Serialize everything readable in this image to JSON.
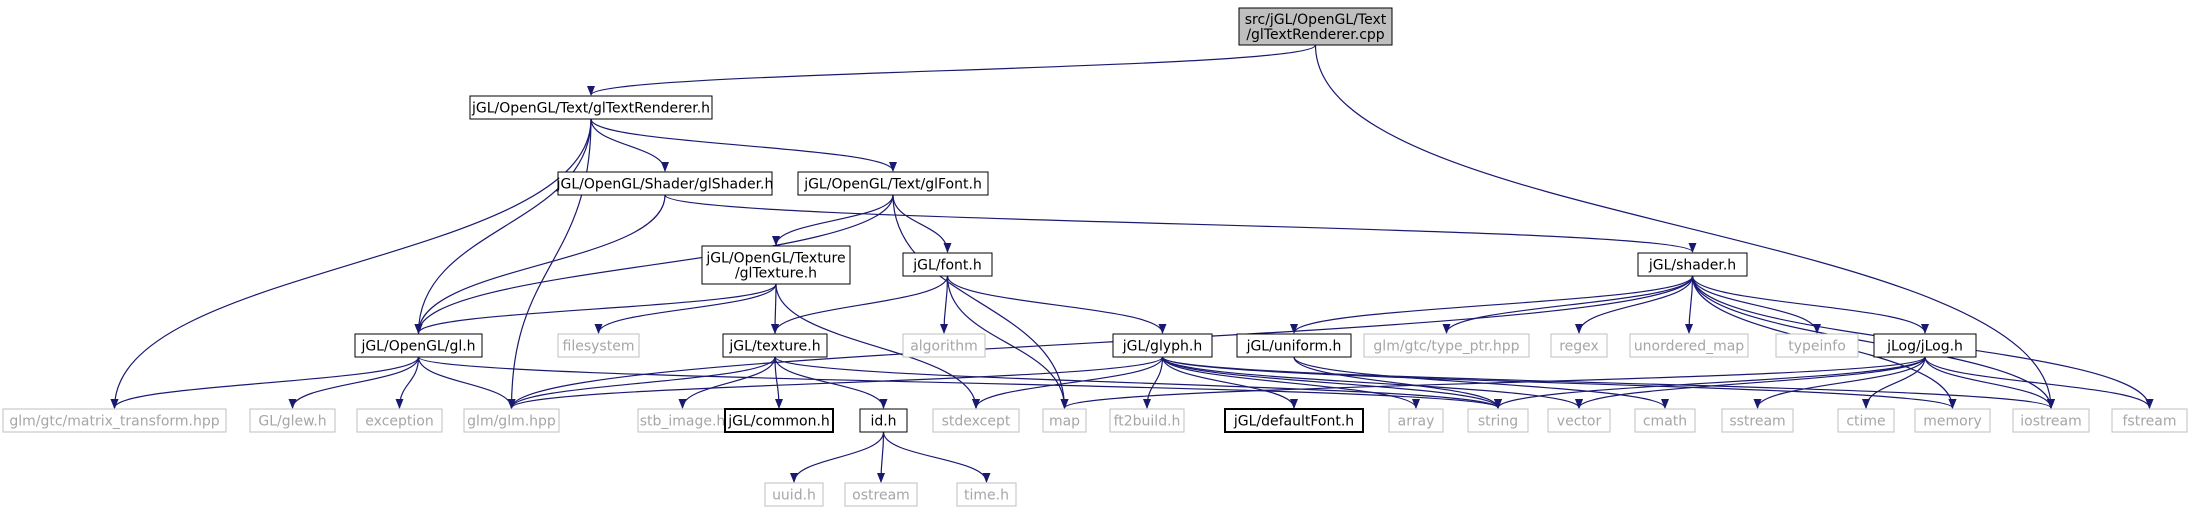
{
  "colors": {
    "edge": "#191970",
    "box_border_dark": "#000000",
    "box_border_light": "#bfbfbf",
    "text_dark": "#000000",
    "text_light": "#a6a6a6",
    "root_fill": "#bfbfbf",
    "background": "#ffffff"
  },
  "nodes": [
    {
      "id": "root",
      "lines": [
        "src/jGL/OpenGL/Text",
        "/glTextRenderer.cpp"
      ],
      "style": "root"
    },
    {
      "id": "glTextRenderer_h",
      "lines": [
        "jGL/OpenGL/Text/glTextRenderer.h"
      ],
      "style": "normal"
    },
    {
      "id": "glShader_h",
      "lines": [
        "jGL/OpenGL/Shader/glShader.h"
      ],
      "style": "normal"
    },
    {
      "id": "glFont_h",
      "lines": [
        "jGL/OpenGL/Text/glFont.h"
      ],
      "style": "normal"
    },
    {
      "id": "glTexture_h",
      "lines": [
        "jGL/OpenGL/Texture",
        "/glTexture.h"
      ],
      "style": "normal"
    },
    {
      "id": "font_h",
      "lines": [
        "jGL/font.h"
      ],
      "style": "normal"
    },
    {
      "id": "shader_h",
      "lines": [
        "jGL/shader.h"
      ],
      "style": "normal"
    },
    {
      "id": "gl_h",
      "lines": [
        "jGL/OpenGL/gl.h"
      ],
      "style": "normal"
    },
    {
      "id": "filesystem",
      "lines": [
        "filesystem"
      ],
      "style": "system"
    },
    {
      "id": "texture_h",
      "lines": [
        "jGL/texture.h"
      ],
      "style": "normal"
    },
    {
      "id": "algorithm",
      "lines": [
        "algorithm"
      ],
      "style": "system"
    },
    {
      "id": "glyph_h",
      "lines": [
        "jGL/glyph.h"
      ],
      "style": "normal"
    },
    {
      "id": "uniform_h",
      "lines": [
        "jGL/uniform.h"
      ],
      "style": "normal"
    },
    {
      "id": "type_ptr",
      "lines": [
        "glm/gtc/type_ptr.hpp"
      ],
      "style": "system"
    },
    {
      "id": "regex",
      "lines": [
        "regex"
      ],
      "style": "system"
    },
    {
      "id": "unordered_map",
      "lines": [
        "unordered_map"
      ],
      "style": "system"
    },
    {
      "id": "typeinfo",
      "lines": [
        "typeinfo"
      ],
      "style": "system"
    },
    {
      "id": "jLog_h",
      "lines": [
        "jLog/jLog.h"
      ],
      "style": "normal"
    },
    {
      "id": "matrix_transform",
      "lines": [
        "glm/gtc/matrix_transform.hpp"
      ],
      "style": "system"
    },
    {
      "id": "glew_h",
      "lines": [
        "GL/glew.h"
      ],
      "style": "system"
    },
    {
      "id": "exception",
      "lines": [
        "exception"
      ],
      "style": "system"
    },
    {
      "id": "glm_hpp",
      "lines": [
        "glm/glm.hpp"
      ],
      "style": "system"
    },
    {
      "id": "stb_image",
      "lines": [
        "stb_image.h"
      ],
      "style": "system"
    },
    {
      "id": "common_h",
      "lines": [
        "jGL/common.h"
      ],
      "style": "bold"
    },
    {
      "id": "id_h",
      "lines": [
        "id.h"
      ],
      "style": "normal"
    },
    {
      "id": "stdexcept",
      "lines": [
        "stdexcept"
      ],
      "style": "system"
    },
    {
      "id": "map",
      "lines": [
        "map"
      ],
      "style": "system"
    },
    {
      "id": "ft2build",
      "lines": [
        "ft2build.h"
      ],
      "style": "system"
    },
    {
      "id": "defaultFont_h",
      "lines": [
        "jGL/defaultFont.h"
      ],
      "style": "bold"
    },
    {
      "id": "array",
      "lines": [
        "array"
      ],
      "style": "system"
    },
    {
      "id": "string",
      "lines": [
        "string"
      ],
      "style": "system"
    },
    {
      "id": "vector",
      "lines": [
        "vector"
      ],
      "style": "system"
    },
    {
      "id": "cmath",
      "lines": [
        "cmath"
      ],
      "style": "system"
    },
    {
      "id": "sstream",
      "lines": [
        "sstream"
      ],
      "style": "system"
    },
    {
      "id": "ctime",
      "lines": [
        "ctime"
      ],
      "style": "system"
    },
    {
      "id": "memory",
      "lines": [
        "memory"
      ],
      "style": "system"
    },
    {
      "id": "iostream",
      "lines": [
        "iostream"
      ],
      "style": "system"
    },
    {
      "id": "fstream",
      "lines": [
        "fstream"
      ],
      "style": "system"
    },
    {
      "id": "uuid_h",
      "lines": [
        "uuid.h"
      ],
      "style": "system"
    },
    {
      "id": "ostream",
      "lines": [
        "ostream"
      ],
      "style": "system"
    },
    {
      "id": "time_h",
      "lines": [
        "time.h"
      ],
      "style": "system"
    }
  ],
  "edges": [
    [
      "root",
      "glTextRenderer_h"
    ],
    [
      "root",
      "iostream"
    ],
    [
      "glTextRenderer_h",
      "glShader_h"
    ],
    [
      "glTextRenderer_h",
      "glFont_h"
    ],
    [
      "glTextRenderer_h",
      "gl_h"
    ],
    [
      "glTextRenderer_h",
      "matrix_transform"
    ],
    [
      "glTextRenderer_h",
      "glm_hpp"
    ],
    [
      "glShader_h",
      "gl_h"
    ],
    [
      "glShader_h",
      "shader_h"
    ],
    [
      "glFont_h",
      "gl_h"
    ],
    [
      "glFont_h",
      "glTexture_h"
    ],
    [
      "glFont_h",
      "font_h"
    ],
    [
      "glFont_h",
      "map"
    ],
    [
      "glTexture_h",
      "gl_h"
    ],
    [
      "glTexture_h",
      "filesystem"
    ],
    [
      "glTexture_h",
      "texture_h"
    ],
    [
      "glTexture_h",
      "stdexcept"
    ],
    [
      "font_h",
      "texture_h"
    ],
    [
      "font_h",
      "algorithm"
    ],
    [
      "font_h",
      "glyph_h"
    ],
    [
      "font_h",
      "map"
    ],
    [
      "shader_h",
      "glm_hpp"
    ],
    [
      "shader_h",
      "uniform_h"
    ],
    [
      "shader_h",
      "type_ptr"
    ],
    [
      "shader_h",
      "regex"
    ],
    [
      "shader_h",
      "unordered_map"
    ],
    [
      "shader_h",
      "typeinfo"
    ],
    [
      "shader_h",
      "jLog_h"
    ],
    [
      "shader_h",
      "memory"
    ],
    [
      "shader_h",
      "iostream"
    ],
    [
      "shader_h",
      "fstream"
    ],
    [
      "gl_h",
      "matrix_transform"
    ],
    [
      "gl_h",
      "glew_h"
    ],
    [
      "gl_h",
      "exception"
    ],
    [
      "gl_h",
      "glm_hpp"
    ],
    [
      "gl_h",
      "string"
    ],
    [
      "texture_h",
      "glm_hpp"
    ],
    [
      "texture_h",
      "stb_image"
    ],
    [
      "texture_h",
      "common_h"
    ],
    [
      "texture_h",
      "id_h"
    ],
    [
      "texture_h",
      "string"
    ],
    [
      "glyph_h",
      "glm_hpp"
    ],
    [
      "glyph_h",
      "stdexcept"
    ],
    [
      "glyph_h",
      "ft2build"
    ],
    [
      "glyph_h",
      "defaultFont_h"
    ],
    [
      "glyph_h",
      "array"
    ],
    [
      "glyph_h",
      "string"
    ],
    [
      "glyph_h",
      "vector"
    ],
    [
      "glyph_h",
      "memory"
    ],
    [
      "glyph_h",
      "iostream"
    ],
    [
      "uniform_h",
      "string"
    ],
    [
      "uniform_h",
      "cmath"
    ],
    [
      "jLog_h",
      "map"
    ],
    [
      "jLog_h",
      "string"
    ],
    [
      "jLog_h",
      "vector"
    ],
    [
      "jLog_h",
      "sstream"
    ],
    [
      "jLog_h",
      "ctime"
    ],
    [
      "jLog_h",
      "iostream"
    ],
    [
      "jLog_h",
      "fstream"
    ],
    [
      "id_h",
      "uuid_h"
    ],
    [
      "id_h",
      "ostream"
    ],
    [
      "id_h",
      "time_h"
    ]
  ]
}
